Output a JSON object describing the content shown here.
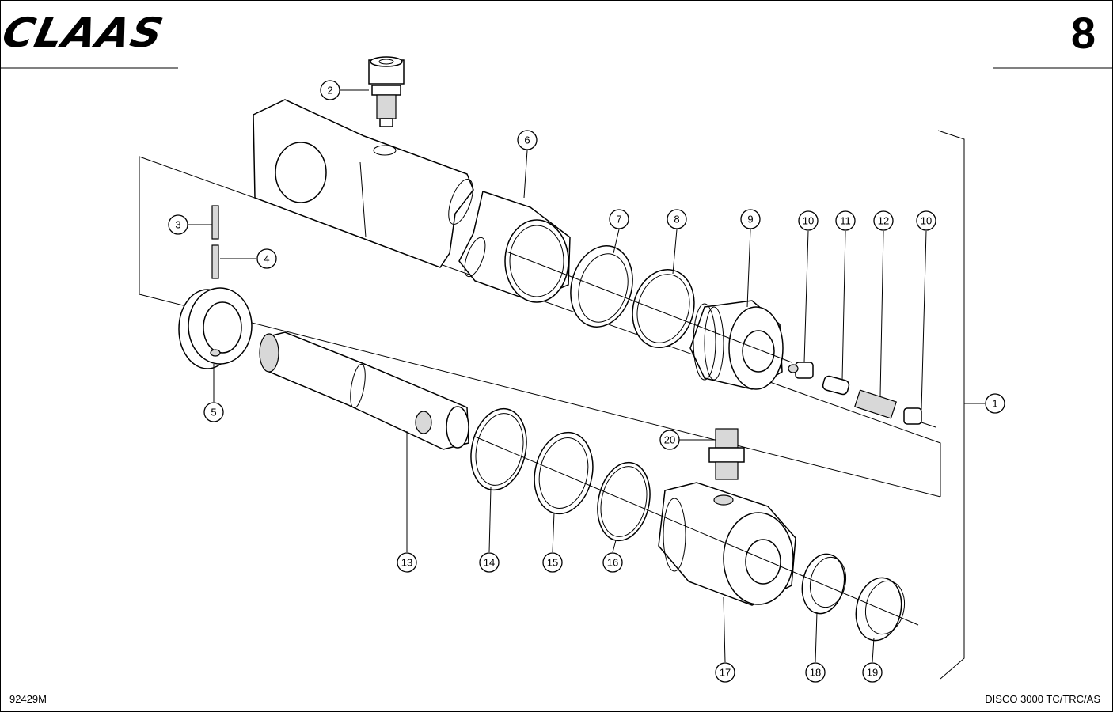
{
  "header": {
    "logo_text": "CLAAS",
    "page_number": "8"
  },
  "footer": {
    "drawing_id": "92429M",
    "model": "DISCO 3000 TC/TRC/AS"
  },
  "callouts": [
    "1",
    "2",
    "3",
    "4",
    "5",
    "6",
    "7",
    "8",
    "9",
    "10",
    "11",
    "12",
    "10",
    "13",
    "14",
    "15",
    "16",
    "17",
    "18",
    "19",
    "20"
  ]
}
